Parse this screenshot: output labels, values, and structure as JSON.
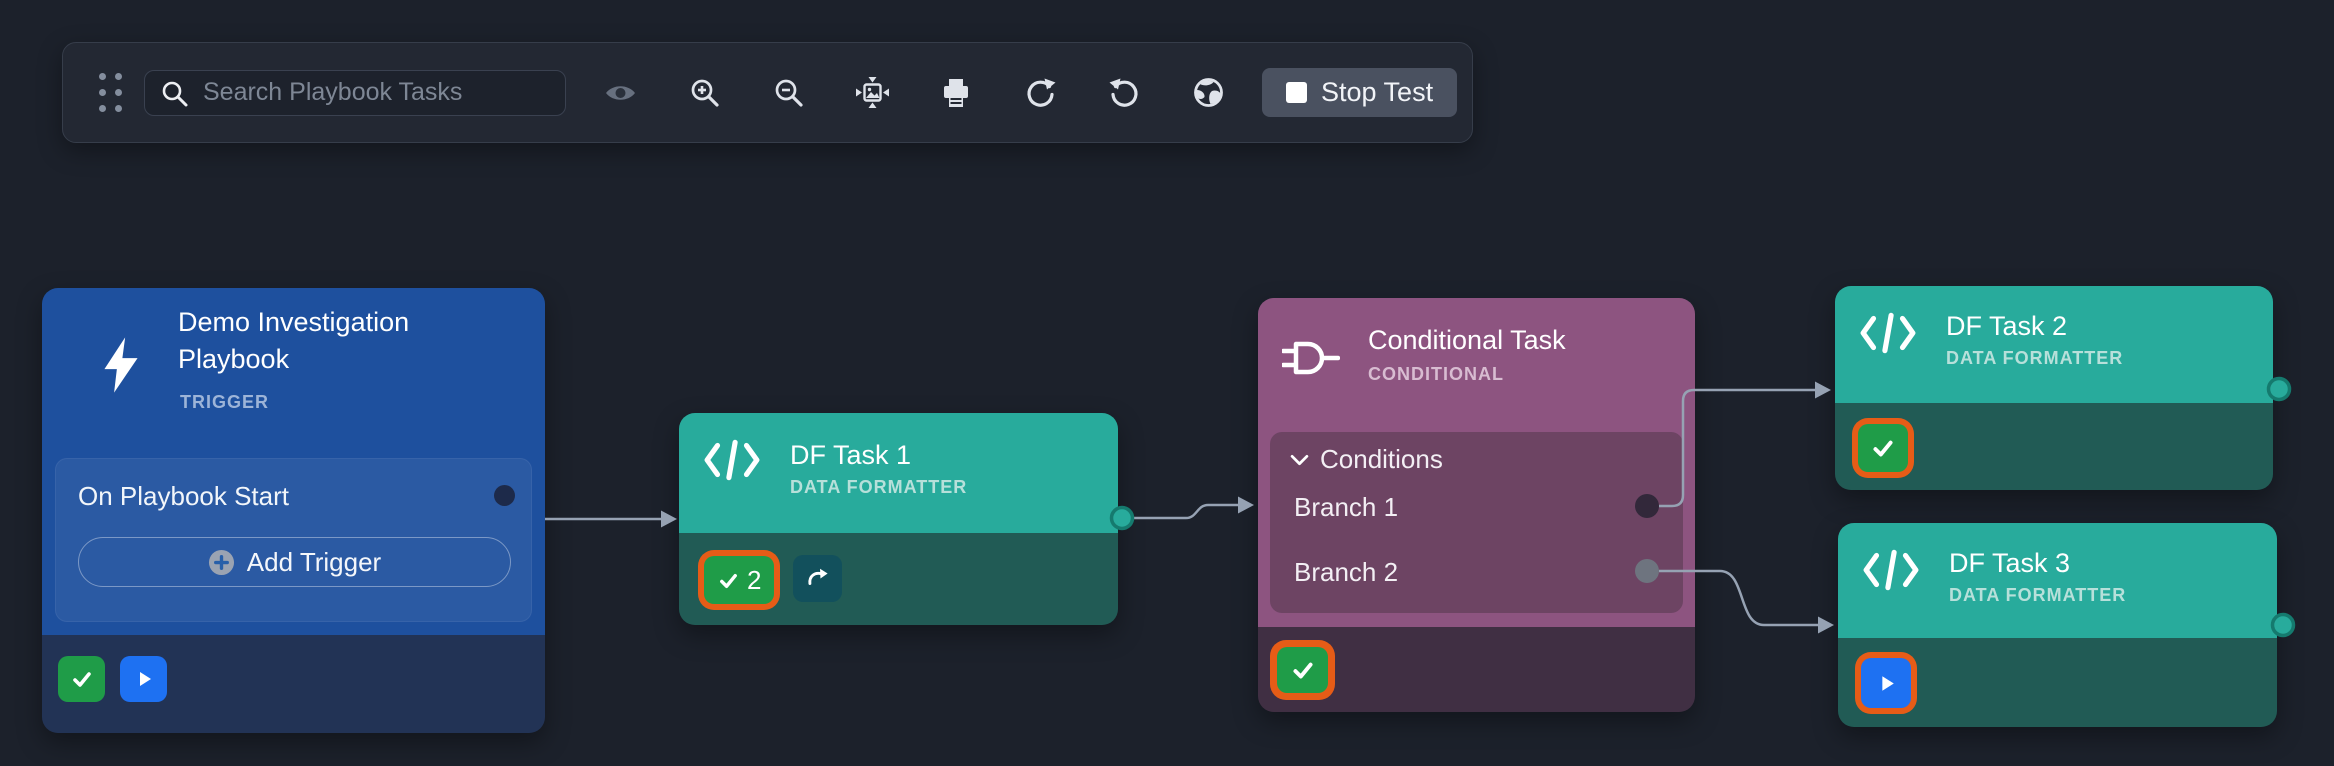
{
  "toolbar": {
    "search_placeholder": "Search Playbook Tasks",
    "stop_test_label": "Stop Test",
    "icon_names": [
      "drag-handle",
      "search",
      "eye",
      "zoom-in",
      "zoom-out",
      "fit-view",
      "print",
      "redo",
      "undo",
      "globe",
      "stop-square"
    ]
  },
  "nodes": {
    "trigger": {
      "title": "Demo Investigation Playbook",
      "type_label": "TRIGGER",
      "start_item": "On Playbook Start",
      "add_trigger_label": "Add Trigger"
    },
    "df_task_1": {
      "title": "DF Task 1",
      "type_label": "DATA FORMATTER",
      "success_count": "2"
    },
    "conditional": {
      "title": "Conditional Task",
      "type_label": "CONDITIONAL",
      "conditions_label": "Conditions",
      "branch_1_label": "Branch 1",
      "branch_2_label": "Branch 2"
    },
    "df_task_2": {
      "title": "DF Task 2",
      "type_label": "DATA FORMATTER"
    },
    "df_task_3": {
      "title": "DF Task 3",
      "type_label": "DATA FORMATTER"
    }
  },
  "colors": {
    "canvas_bg": "#1C212B",
    "toolbar_bg": "#232833",
    "trigger_blue": "#1E509E",
    "trigger_footer": "#223355",
    "task_teal": "#28AB9C",
    "task_footer": "#215B55",
    "conditional_purple": "#8D5480",
    "conditional_inner": "#6D4463",
    "conditional_footer": "#402F43",
    "success_green": "#1F9C48",
    "action_blue": "#1E71F2",
    "selection_orange": "#E65C17",
    "connector_line": "#96A2B3"
  }
}
